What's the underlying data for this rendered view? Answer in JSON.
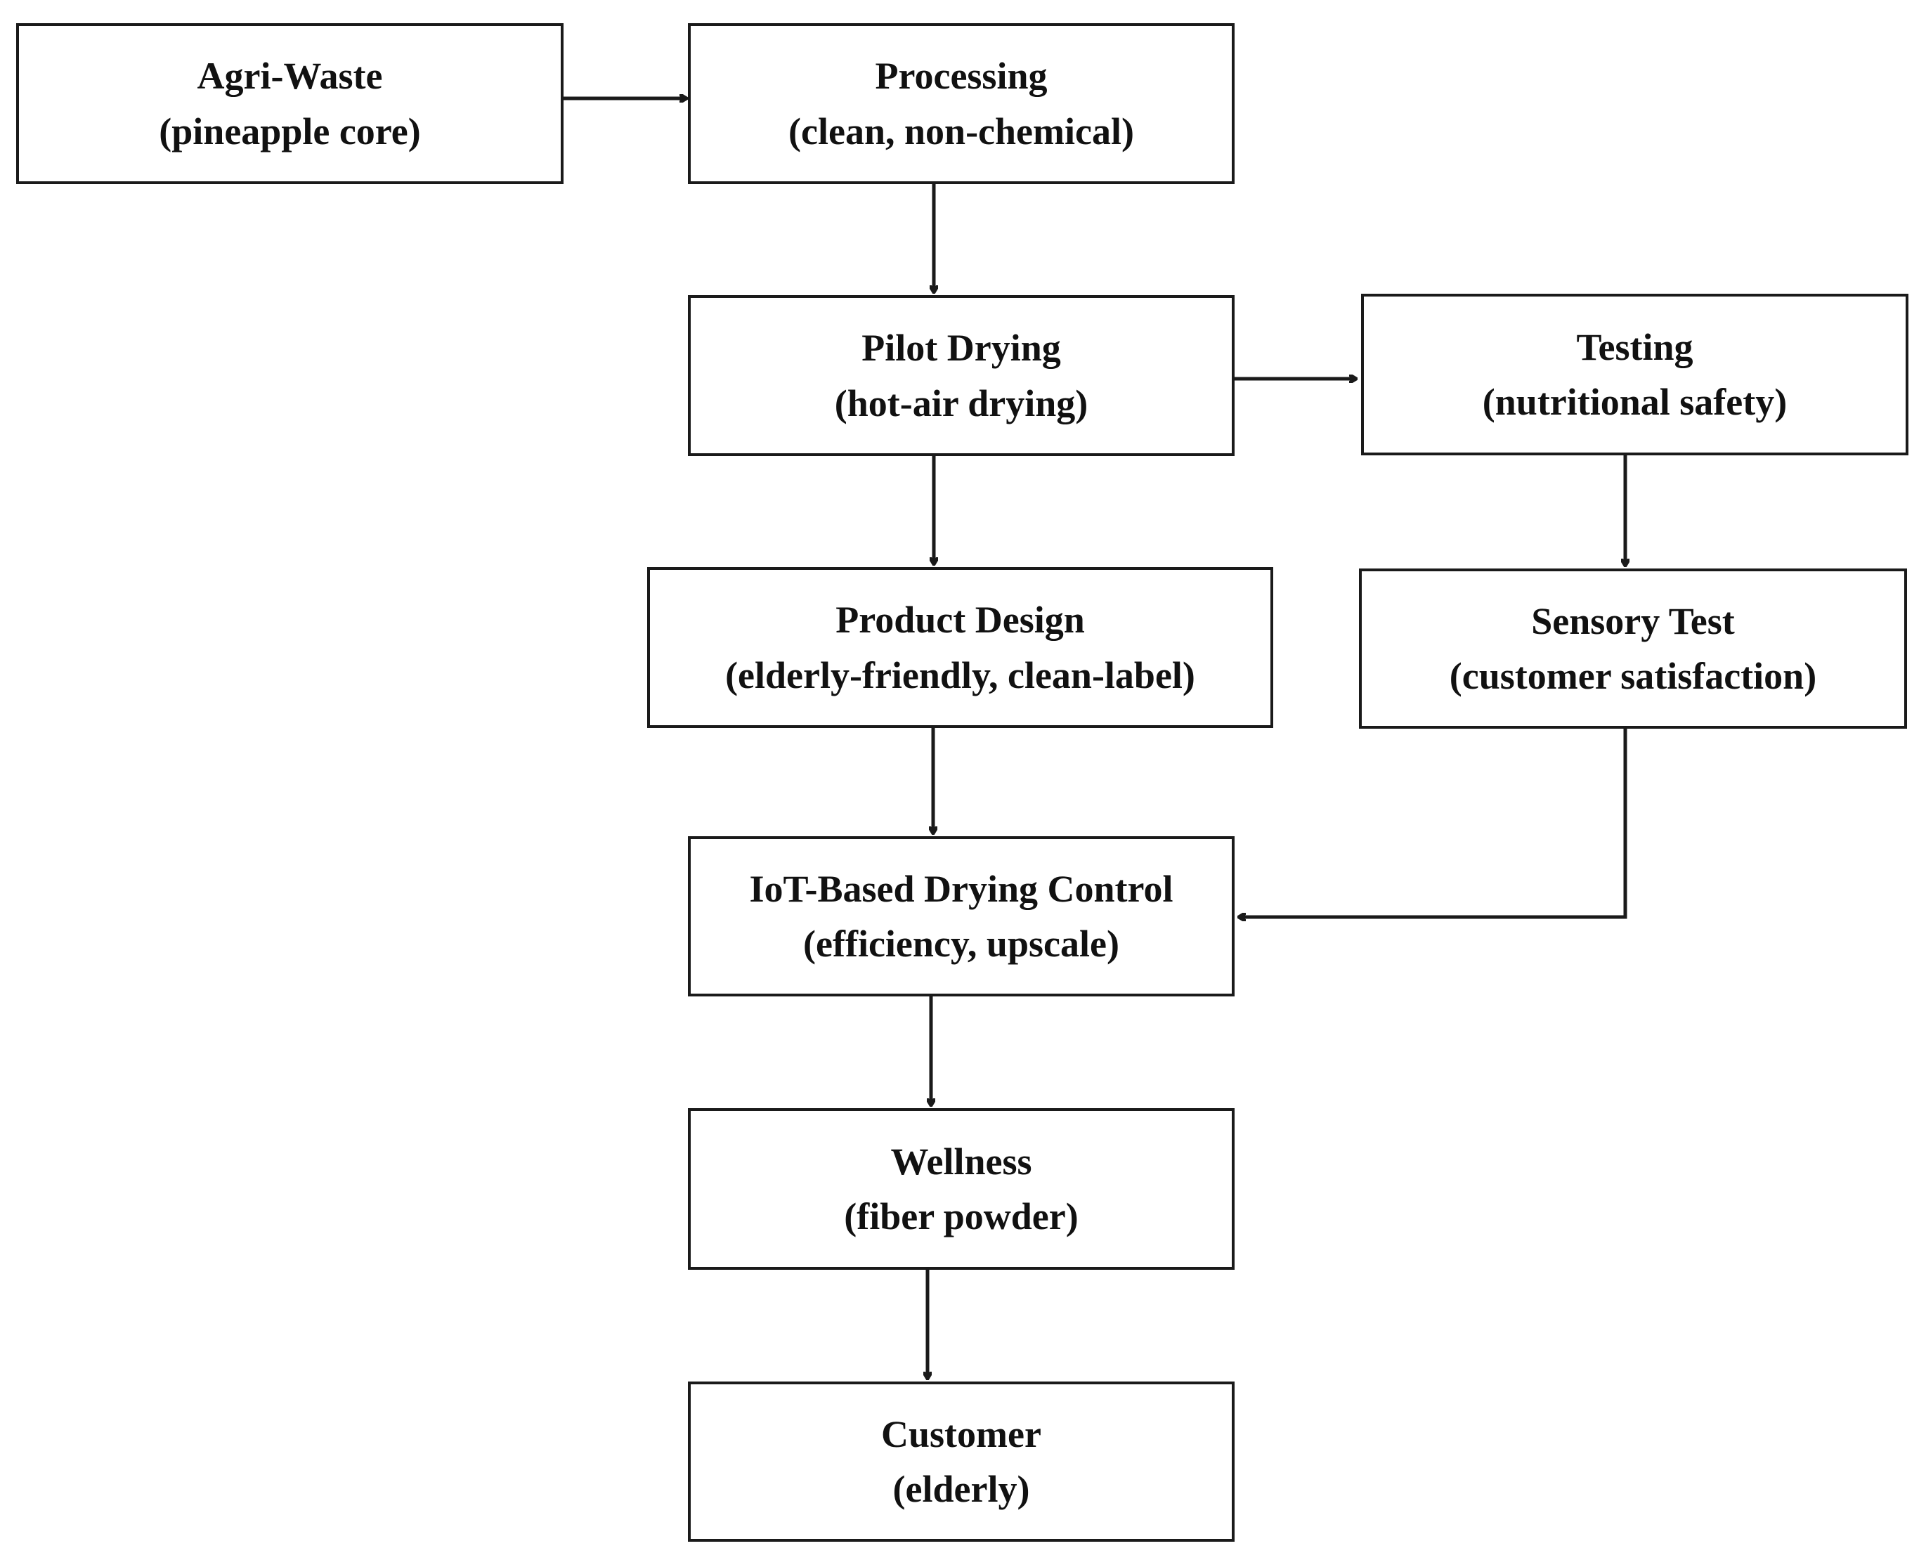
{
  "colors": {
    "stroke": "#1a1a1a",
    "text": "#111111",
    "background": "#ffffff"
  },
  "nodes": {
    "agri_waste": {
      "title": "Agri-Waste",
      "subtitle": "(pineapple core)"
    },
    "processing": {
      "title": "Processing",
      "subtitle": "(clean, non-chemical)"
    },
    "pilot_drying": {
      "title": "Pilot Drying",
      "subtitle": "(hot-air drying)"
    },
    "testing": {
      "title": "Testing",
      "subtitle": "(nutritional safety)"
    },
    "product_design": {
      "title": "Product Design",
      "subtitle": "(elderly-friendly, clean-label)"
    },
    "sensory_test": {
      "title": "Sensory Test",
      "subtitle": "(customer satisfaction)"
    },
    "iot_control": {
      "title": "IoT-Based Drying Control",
      "subtitle": "(efficiency, upscale)"
    },
    "wellness": {
      "title": "Wellness",
      "subtitle": "(fiber powder)"
    },
    "customer": {
      "title": "Customer",
      "subtitle": "(elderly)"
    }
  },
  "edges": [
    {
      "from": "agri_waste",
      "to": "processing"
    },
    {
      "from": "processing",
      "to": "pilot_drying"
    },
    {
      "from": "pilot_drying",
      "to": "testing"
    },
    {
      "from": "pilot_drying",
      "to": "product_design"
    },
    {
      "from": "testing",
      "to": "sensory_test"
    },
    {
      "from": "product_design",
      "to": "iot_control"
    },
    {
      "from": "sensory_test",
      "to": "iot_control"
    },
    {
      "from": "iot_control",
      "to": "wellness"
    },
    {
      "from": "wellness",
      "to": "customer"
    }
  ]
}
